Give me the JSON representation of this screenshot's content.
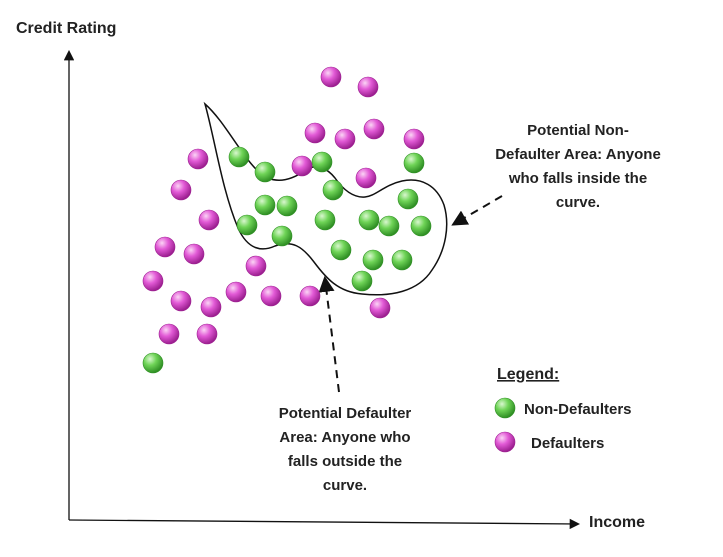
{
  "axes": {
    "y_label": "Credit Rating",
    "x_label": "Income"
  },
  "annotations": {
    "inside": [
      "Potential Non-",
      "Defaulter Area: Anyone",
      "who falls inside the",
      "curve."
    ],
    "outside": [
      "Potential Defaulter",
      "Area: Anyone who",
      "falls outside the",
      "curve."
    ]
  },
  "legend": {
    "title": "Legend:",
    "non_defaulters": "Non-Defaulters",
    "defaulters": "Defaulters"
  },
  "colors": {
    "non_defaulter": "#5fc94a",
    "defaulter": "#e255d6",
    "line": "#111111"
  },
  "points": {
    "non_defaulters": [
      [
        239,
        157
      ],
      [
        265,
        172
      ],
      [
        322,
        162
      ],
      [
        333,
        190
      ],
      [
        414,
        163
      ],
      [
        408,
        199
      ],
      [
        265,
        205
      ],
      [
        287,
        206
      ],
      [
        247,
        225
      ],
      [
        282,
        236
      ],
      [
        325,
        220
      ],
      [
        369,
        220
      ],
      [
        389,
        226
      ],
      [
        421,
        226
      ],
      [
        341,
        250
      ],
      [
        373,
        260
      ],
      [
        402,
        260
      ],
      [
        362,
        281
      ],
      [
        153,
        363
      ]
    ],
    "defaulters": [
      [
        331,
        77
      ],
      [
        368,
        87
      ],
      [
        315,
        133
      ],
      [
        345,
        139
      ],
      [
        374,
        129
      ],
      [
        414,
        139
      ],
      [
        198,
        159
      ],
      [
        302,
        166
      ],
      [
        366,
        178
      ],
      [
        181,
        190
      ],
      [
        209,
        220
      ],
      [
        165,
        247
      ],
      [
        194,
        254
      ],
      [
        256,
        266
      ],
      [
        153,
        281
      ],
      [
        181,
        301
      ],
      [
        211,
        307
      ],
      [
        236,
        292
      ],
      [
        271,
        296
      ],
      [
        310,
        296
      ],
      [
        380,
        308
      ],
      [
        169,
        334
      ],
      [
        207,
        334
      ]
    ]
  }
}
